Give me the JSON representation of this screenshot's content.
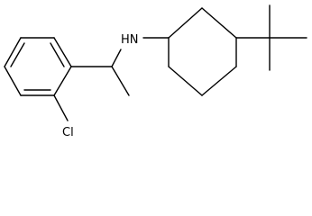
{
  "molecule": {
    "atom_labels": {
      "amine": "HN",
      "chlorine": "Cl"
    },
    "fragments": [
      "2-chlorophenyl",
      "ethyl",
      "cyclohexyl",
      "tert-butyl"
    ]
  },
  "colors": {
    "bond": "#000000",
    "label": "#000000",
    "background": "#ffffff"
  }
}
